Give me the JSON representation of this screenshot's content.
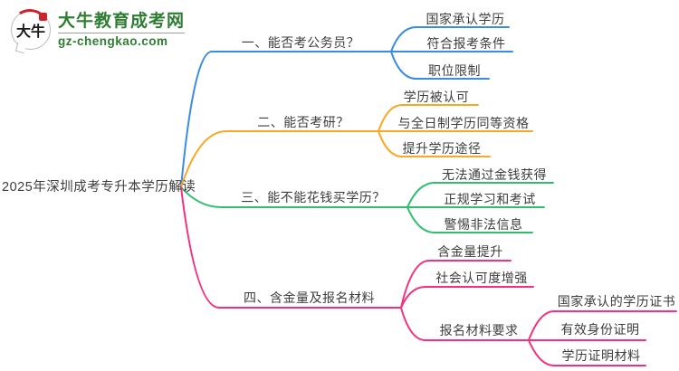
{
  "logo": {
    "icon_text": "大牛",
    "site_name": "大牛教育成考网",
    "site_url": "gz-chengkao.com"
  },
  "colors": {
    "branch1": "#3B8DE0",
    "branch2": "#F9A826",
    "branch3": "#2EBE6E",
    "branch4": "#F5317F",
    "text": "#3D3D3D",
    "logo_green": "#2E7D32",
    "logo_red": "#C9252B"
  },
  "mindmap": {
    "root": "2025年深圳成考专升本学历解读",
    "branches": [
      {
        "label": "一、能否考公务员？",
        "children": [
          {
            "label": "国家承认学历"
          },
          {
            "label": "符合报考条件"
          },
          {
            "label": "职位限制"
          }
        ]
      },
      {
        "label": "二、能否考研？",
        "children": [
          {
            "label": "学历被认可"
          },
          {
            "label": "与全日制学历同等资格"
          },
          {
            "label": "提升学历途径"
          }
        ]
      },
      {
        "label": "三、能不能花钱买学历？",
        "children": [
          {
            "label": "无法通过金钱获得"
          },
          {
            "label": "正规学习和考试"
          },
          {
            "label": "警惕非法信息"
          }
        ]
      },
      {
        "label": "四、含金量及报名材料",
        "children": [
          {
            "label": "含金量提升"
          },
          {
            "label": "社会认可度增强"
          },
          {
            "label": "报名材料要求",
            "children": [
              {
                "label": "国家承认的学历证书"
              },
              {
                "label": "有效身份证明"
              },
              {
                "label": "学历证明材料"
              }
            ]
          }
        ]
      }
    ]
  }
}
